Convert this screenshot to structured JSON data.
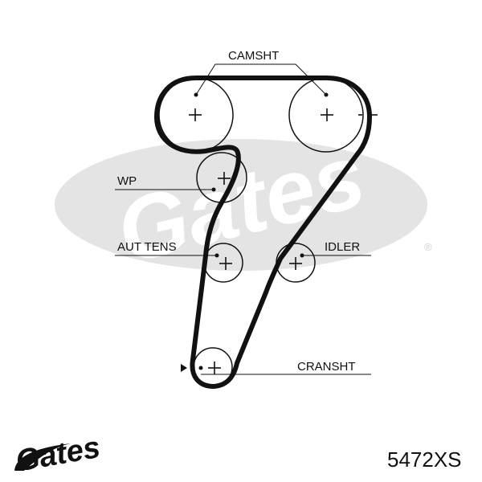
{
  "diagram": {
    "labels": {
      "camshaft": "CAMSHT",
      "water_pump": "WP",
      "auto_tensioner": "AUT TENS",
      "idler": "IDLER",
      "crankshaft": "CRANSHT"
    },
    "part_number": "5472XS",
    "brand_logo": "Gates",
    "watermark_text": "Gates",
    "registered_mark": "®",
    "colors": {
      "belt": "#111111",
      "text": "#111111",
      "watermark": "#e2e2e2"
    },
    "icons": [
      "plus-icon",
      "minus-icon",
      "arrow-marker-icon"
    ]
  }
}
